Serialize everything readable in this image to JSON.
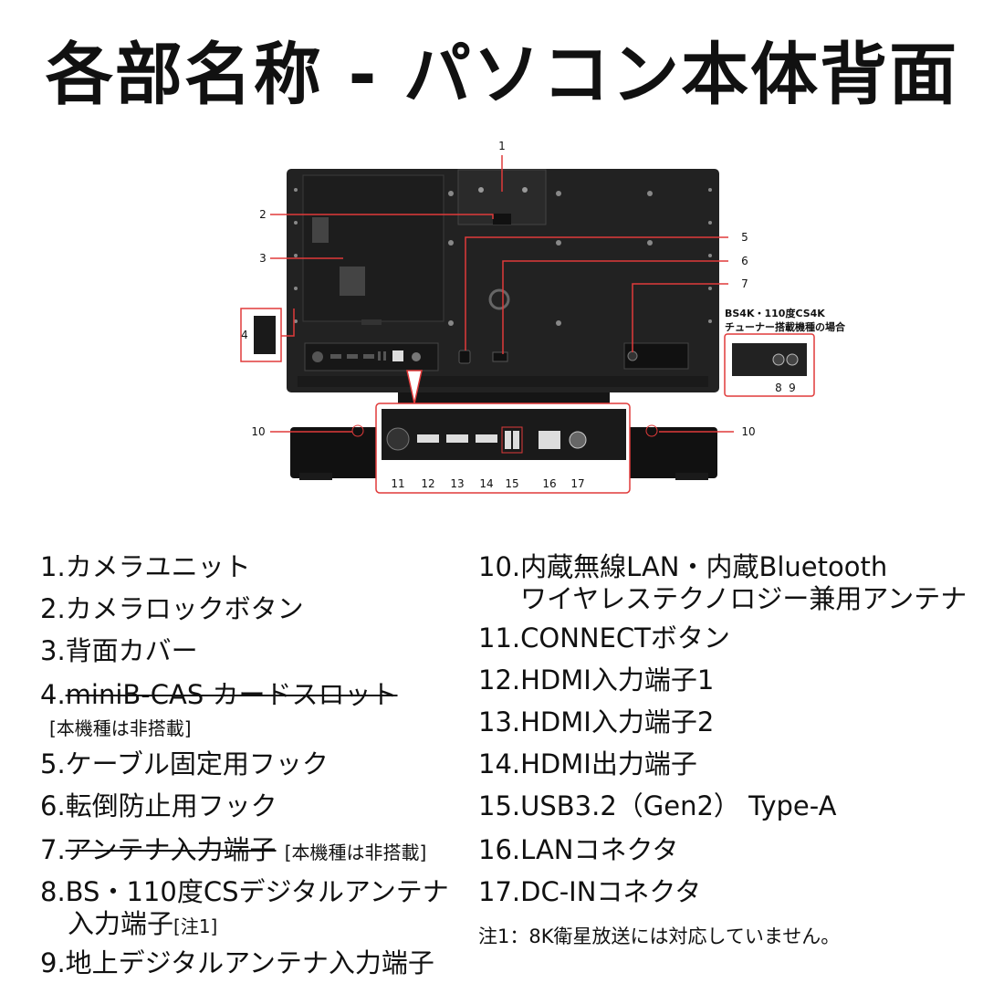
{
  "title": "各部名称 - パソコン本体背面",
  "diagram": {
    "callouts": [
      "1",
      "2",
      "3",
      "4",
      "5",
      "6",
      "7",
      "8",
      "9",
      "10",
      "10",
      "11",
      "12",
      "13",
      "14",
      "15",
      "16",
      "17"
    ],
    "tuner_note_line1": "BS4K・110度CS4K",
    "tuner_note_line2": "チューナー搭載機種の場合",
    "accent_color": "#e03a3a"
  },
  "items": {
    "i1": "1.カメラユニット",
    "i2": "2.カメラロックボタン",
    "i3": "3.背面カバー",
    "i4_num": "4.",
    "i4_label": "miniB-CAS カードスロット",
    "i4_note": "[本機種は非搭載]",
    "i5": "5.ケーブル固定用フック",
    "i6": "6.転倒防止用フック",
    "i7_num": "7.",
    "i7_label": "アンテナ入力端子",
    "i7_note": "[本機種は非搭載]",
    "i8_line1": "8.BS・110度CSデジタルアンテナ",
    "i8_line2": "入力端子",
    "i8_note": "[注1]",
    "i9": "9.地上デジタルアンテナ入力端子",
    "i10_line1": "10.内蔵無線LAN・内蔵Bluetooth",
    "i10_line2": "ワイヤレステクノロジー兼用アンテナ",
    "i11": "11.CONNECTボタン",
    "i12": "12.HDMI入力端子1",
    "i13": "13.HDMI入力端子2",
    "i14": "14.HDMI出力端子",
    "i15": "15.USB3.2（Gen2） Type-A",
    "i16": "16.LANコネクタ",
    "i17": "17.DC-INコネクタ",
    "footnote": "注1：8K衛星放送には対応していません。"
  }
}
